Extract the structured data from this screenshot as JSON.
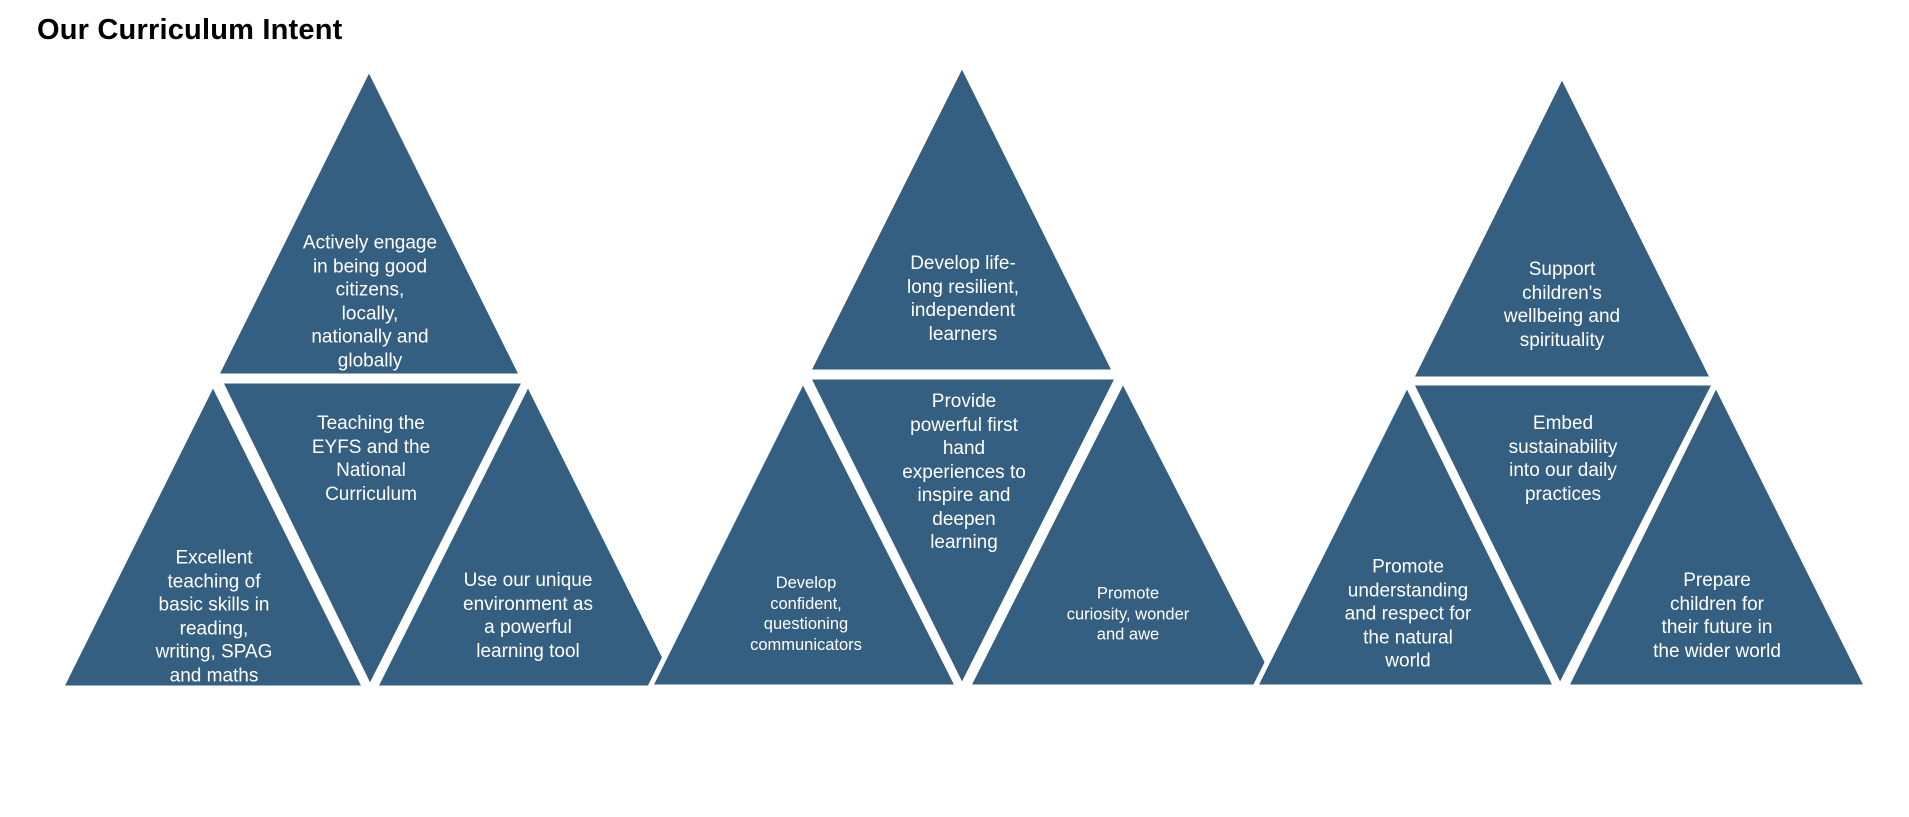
{
  "title": "Our Curriculum Intent",
  "colors": {
    "triangle_fill": "#345F80",
    "gap": "#FFFFFF",
    "text": "#FFFFFF"
  },
  "pyramids": [
    {
      "top": "Actively engage\nin being good\ncitizens,\nlocally,\nnationally and\nglobally",
      "middle": "Teaching the\nEYFS and the\nNational\nCurriculum",
      "left": "Excellent\nteaching of\nbasic skills in\nreading,\nwriting, SPAG\nand maths",
      "right": "Use our unique\nenvironment as\na powerful\nlearning tool"
    },
    {
      "top": "Develop life-\nlong resilient,\nindependent\nlearners",
      "middle": "Provide\npowerful first\nhand\nexperiences to\ninspire and\ndeepen\nlearning",
      "left": "Develop\nconfident,\nquestioning\ncommunicators",
      "right": "Promote\ncuriosity, wonder\nand awe"
    },
    {
      "top": "Support\nchildren's\nwellbeing and\nspirituality",
      "middle": "Embed\nsustainability\ninto our daily\npractices",
      "left": "Promote\nunderstanding\nand respect for\nthe natural\nworld",
      "right": "Prepare\nchildren for\ntheir future in\nthe wider world"
    }
  ]
}
